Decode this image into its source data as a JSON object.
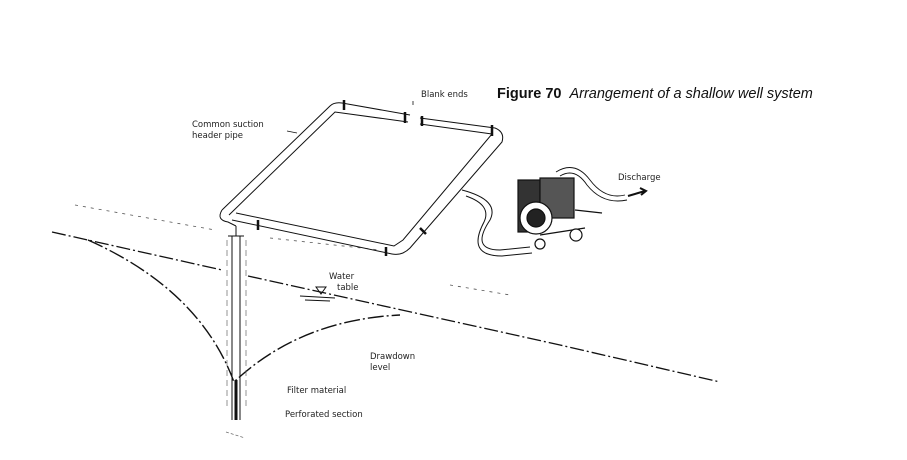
{
  "figure": {
    "number": "Figure 70",
    "caption": "Arrangement of a shallow well system"
  },
  "labels": {
    "header_pipe_line1": "Common suction",
    "header_pipe_line2": "header pipe",
    "blank_ends": "Blank ends",
    "discharge": "Discharge",
    "water_line1": "Water",
    "water_line2": "table",
    "drawdown_line1": "Drawdown",
    "drawdown_line2": "level",
    "filter_material": "Filter material",
    "perforated_section": "Perforated section"
  }
}
